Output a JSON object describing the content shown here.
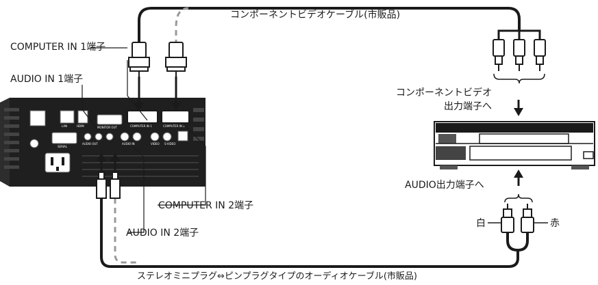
{
  "labels": {
    "component_cable": "コンポーネントビデオケーブル(市販品)",
    "computer_in_1": "COMPUTER IN 1端子",
    "audio_in_1": "AUDIO IN 1端子",
    "component_out_line1": "コンポーネントビデオ",
    "component_out_line2": "出力端子へ",
    "audio_out": "AUDIO出力端子へ",
    "computer_in_2": "COMPUTER IN 2端子",
    "audio_in_2": "AUDIO IN 2端子",
    "white": "白",
    "red": "赤",
    "stereo_cable": "ステレオミニプラグ⇔ピンプラグタイプのオーディオケーブル(市販品)"
  },
  "port_labels": {
    "lan": "LAN",
    "hdmi": "HDMI",
    "monitor_out": "MONITOR OUT",
    "computer_in_1": "COMPUTER IN 1",
    "computer_in_2": "COMPUTER IN 2",
    "serial": "SERIAL",
    "audio_out": "AUDIO OUT",
    "audio_in": "AUDIO IN",
    "video": "VIDEO",
    "s_video": "S-VIDEO"
  }
}
